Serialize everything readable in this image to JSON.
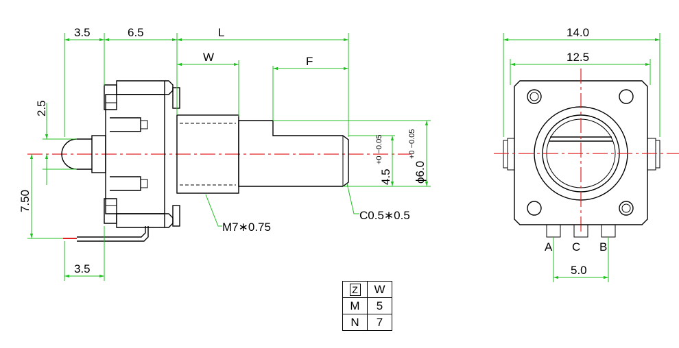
{
  "side_view": {
    "dims": {
      "d1": "3.5",
      "d2": "6.5",
      "d3": "L",
      "d4": "W",
      "d5": "F",
      "d6": "2.5",
      "d7": "7.50",
      "d8": "3.5",
      "shaft_d_base": "4.5",
      "shaft_d_tol": "+0 −0.05",
      "body_d_base": "ϕ6.0",
      "body_d_tol": "+0 −0.05"
    },
    "callouts": {
      "thread": "M7∗0.75",
      "chamfer": "C0.5∗0.5"
    }
  },
  "front_view": {
    "dims": {
      "width_outer": "14.0",
      "width_inner": "12.5",
      "pin_pitch": "5.0"
    },
    "pins": [
      "A",
      "C",
      "B"
    ]
  },
  "table": {
    "header": [
      "W"
    ],
    "rows": [
      {
        "key": "M",
        "value": "5"
      },
      {
        "key": "N",
        "value": "7"
      }
    ],
    "corner_symbol": "Z"
  }
}
